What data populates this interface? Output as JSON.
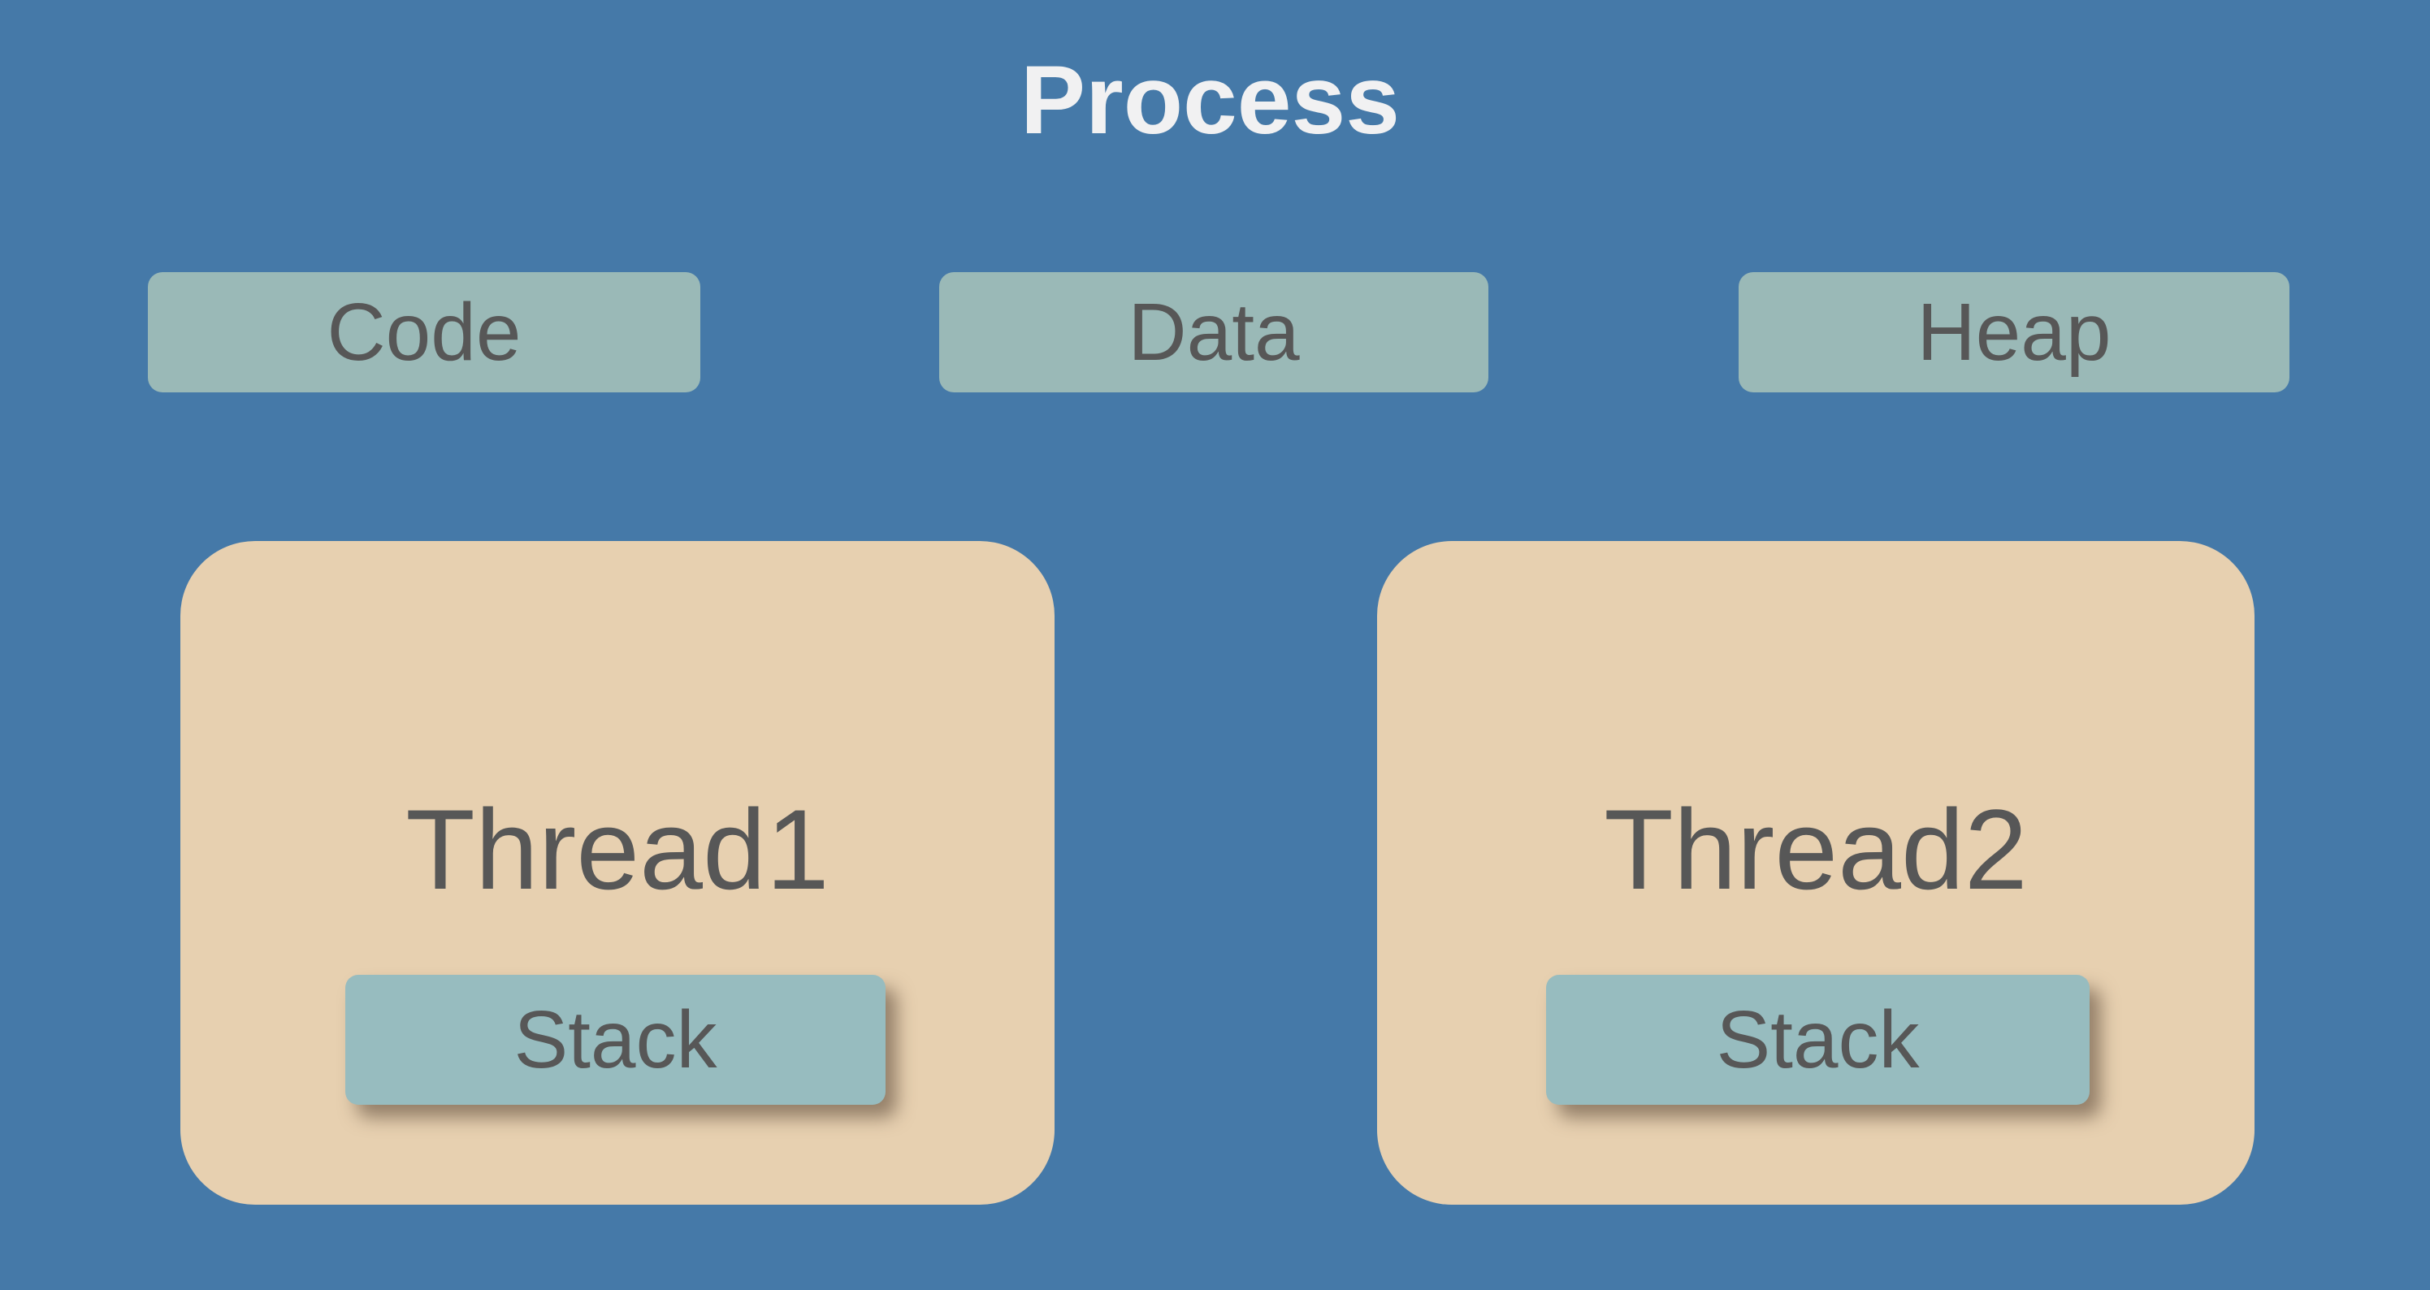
{
  "diagram": {
    "title": "Process",
    "process_sections": [
      {
        "id": "code",
        "label": "Code"
      },
      {
        "id": "data",
        "label": "Data"
      },
      {
        "id": "heap",
        "label": "Heap"
      }
    ],
    "threads": [
      {
        "id": "thread1",
        "label": "Thread1",
        "stack_label": "Stack"
      },
      {
        "id": "thread2",
        "label": "Thread2",
        "stack_label": "Stack"
      }
    ],
    "colors": {
      "background": "#4579a8",
      "section_box": "#9ab9b7",
      "thread_box": "#e7d0b0",
      "stack_box": "#97bcbf",
      "stack_shadow": "rgba(80,62,47,0.55)",
      "label_text": "#575757",
      "title_text": "#f1f1f2"
    }
  }
}
